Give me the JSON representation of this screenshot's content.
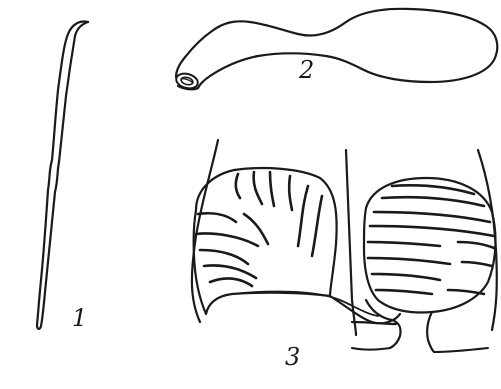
{
  "figure": {
    "labels": {
      "item1": "1",
      "item2": "2",
      "item3": "3"
    },
    "ink_color": "#1a1a1a",
    "background": "#ffffff"
  }
}
